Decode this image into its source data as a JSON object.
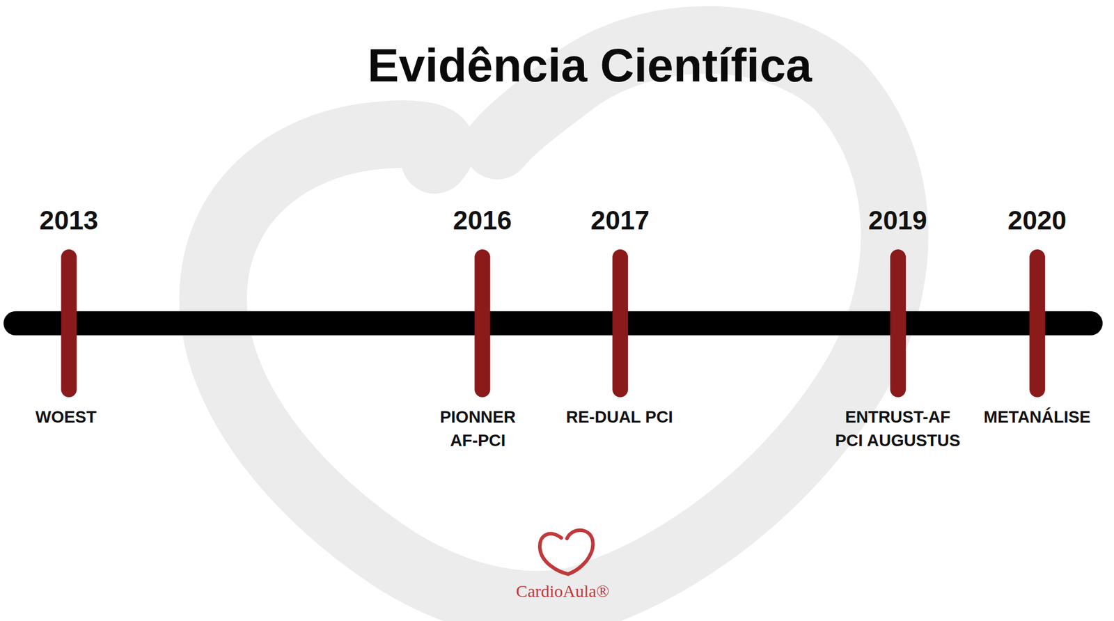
{
  "diagram": {
    "title": "Evidência Científica",
    "labels": [
      "2013",
      "WOEST",
      "2016",
      "PIONNER AF-PCI",
      "2017",
      "RE-DUAL PCI",
      "2019",
      "ENTRUST-AF PCI AUGUSTUS",
      "2020",
      "METANÁLISE",
      "CardioAula®"
    ]
  }
}
